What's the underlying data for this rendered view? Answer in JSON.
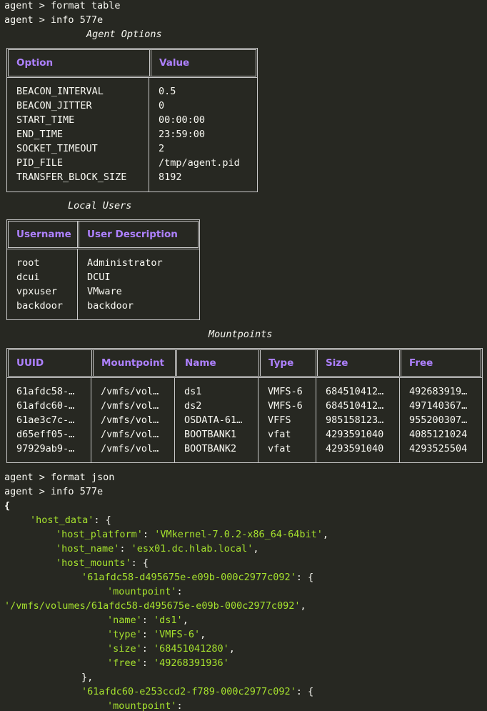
{
  "terminal": {
    "prompt": "agent > ",
    "commands": [
      "format table",
      "info 577e",
      "format json",
      "info 577e"
    ]
  },
  "agent_options": {
    "caption": "Agent Options",
    "headers": [
      "Option",
      "Value"
    ],
    "rows": [
      [
        "BEACON_INTERVAL",
        "0.5"
      ],
      [
        "BEACON_JITTER",
        "0"
      ],
      [
        "START_TIME",
        "00:00:00"
      ],
      [
        "END_TIME",
        "23:59:00"
      ],
      [
        "SOCKET_TIMEOUT",
        "2"
      ],
      [
        "PID_FILE",
        "/tmp/agent.pid"
      ],
      [
        "TRANSFER_BLOCK_SIZE",
        "8192"
      ]
    ]
  },
  "local_users": {
    "caption": "Local Users",
    "headers": [
      "Username",
      "User Description"
    ],
    "rows": [
      [
        "root",
        "Administrator"
      ],
      [
        "dcui",
        "DCUI"
      ],
      [
        "vpxuser",
        "VMware"
      ],
      [
        "backdoor",
        "backdoor"
      ]
    ]
  },
  "mountpoints": {
    "caption": "Mountpoints",
    "headers": [
      "UUID",
      "Mountpoint",
      "Name",
      "Type",
      "Size",
      "Free"
    ],
    "rows": [
      [
        "61afdc58-…",
        "/vmfs/vol…",
        "ds1",
        "VMFS-6",
        "684510412…",
        "492683919…"
      ],
      [
        "61afdc60-…",
        "/vmfs/vol…",
        "ds2",
        "VMFS-6",
        "684510412…",
        "497140367…"
      ],
      [
        "61ae3c7c-…",
        "/vmfs/vol…",
        "OSDATA-61…",
        "VFFS",
        "985158123…",
        "955200307…"
      ],
      [
        "d65eff05-…",
        "/vmfs/vol…",
        "BOOTBANK1",
        "vfat",
        "4293591040",
        "4085121024"
      ],
      [
        "97929ab9-…",
        "/vmfs/vol…",
        "BOOTBANK2",
        "vfat",
        "4293591040",
        "4293525504"
      ]
    ]
  },
  "json_output": {
    "open_brace": "{",
    "host_data_key": "'host_data'",
    "host_platform_key": "'host_platform'",
    "host_platform_value": "'VMkernel-7.0.2-x86_64-64bit'",
    "host_name_key": "'host_name'",
    "host_name_value": "'esx01.dc.hlab.local'",
    "host_mounts_key": "'host_mounts'",
    "mount1_key": "'61afdc58-d495675e-e09b-000c2977c092'",
    "mountpoint_key": "'mountpoint'",
    "mount1_mountpoint_value": "'/vmfs/volumes/61afdc58-d495675e-e09b-000c2977c092'",
    "name_key": "'name'",
    "mount1_name_value": "'ds1'",
    "type_key": "'type'",
    "mount1_type_value": "'VMFS-6'",
    "size_key": "'size'",
    "mount1_size_value": "'68451041280'",
    "free_key": "'free'",
    "mount1_free_value": "'49268391936'",
    "mount1_close": "},",
    "mount2_key": "'61afdc60-e253ccd2-f789-000c2977c092'"
  }
}
